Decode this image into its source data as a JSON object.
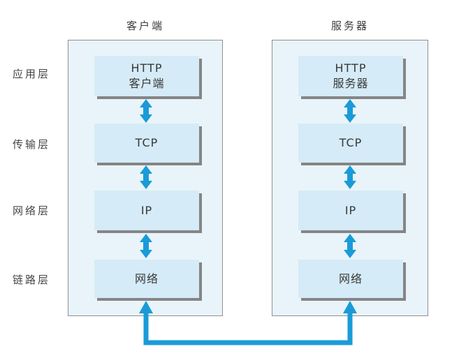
{
  "client_column": {
    "title": "客户端",
    "boxes": [
      {
        "line1": "HTTP",
        "line2": "客户端"
      },
      {
        "line1": "TCP"
      },
      {
        "line1": "IP"
      },
      {
        "line1": "网络"
      }
    ]
  },
  "server_column": {
    "title": "服务器",
    "boxes": [
      {
        "line1": "HTTP",
        "line2": "服务器"
      },
      {
        "line1": "TCP"
      },
      {
        "line1": "IP"
      },
      {
        "line1": "网络"
      }
    ]
  },
  "layer_labels": [
    "应用层",
    "传输层",
    "网络层",
    "链路层"
  ],
  "colors": {
    "arrow_blue": "#1a9bd7",
    "box_fill": "#d5ebf7",
    "container_fill": "#e9f4fa",
    "box_shadow": "#858585",
    "container_border": "#8f8f8f"
  }
}
